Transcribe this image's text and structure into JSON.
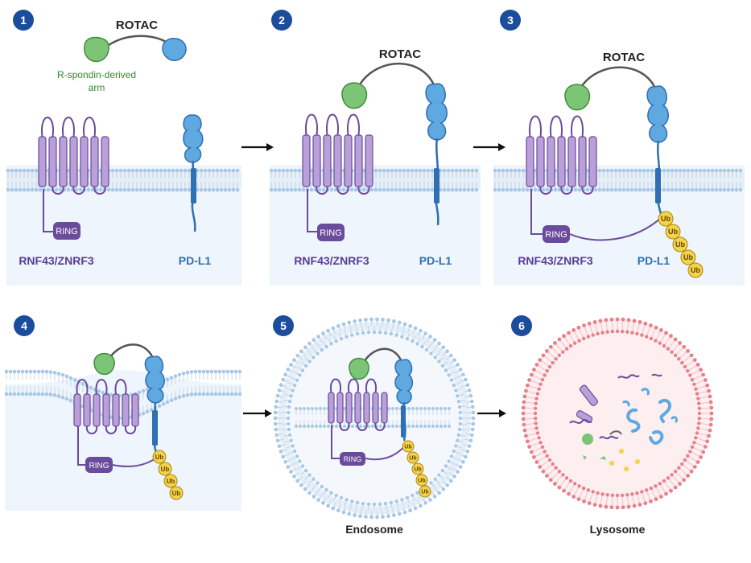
{
  "colors": {
    "step_badge": "#1c4c9c",
    "panel_bg": "#eef5fc",
    "membrane_head": "#a9c8e6",
    "purple": "#b9a0d8",
    "purple_dark": "#6a4b9c",
    "green": "#7cc576",
    "blue": "#5fa8e0",
    "blue_dark": "#2f6fb4",
    "ub_fill": "#f6d24a",
    "lysosome": "#e8808a",
    "text_purple": "#5b3a96",
    "text_blue": "#2f6fb4",
    "text_green": "#2f8a2f"
  },
  "steps": [
    "1",
    "2",
    "3",
    "4",
    "5",
    "6"
  ],
  "panel1": {
    "rotac": "ROTAC",
    "arm_line1": "R-spondin-derived",
    "arm_line2": "arm",
    "ring": "RING",
    "receptor": "RNF43/ZNRF3",
    "target": "PD-L1"
  },
  "panel2": {
    "rotac": "ROTAC",
    "ring": "RING",
    "receptor": "RNF43/ZNRF3",
    "target": "PD-L1"
  },
  "panel3": {
    "rotac": "ROTAC",
    "ring": "RING",
    "receptor": "RNF43/ZNRF3",
    "target": "PD-L1",
    "ub": [
      "Ub",
      "Ub",
      "Ub",
      "Ub",
      "Ub"
    ]
  },
  "panel4": {
    "ring": "RING",
    "ub": [
      "Ub",
      "Ub",
      "Ub",
      "Ub"
    ]
  },
  "panel5": {
    "ring": "RING",
    "ub": [
      "Ub",
      "Ub",
      "Ub",
      "Ub",
      "Ub"
    ],
    "caption": "Endosome"
  },
  "panel6": {
    "caption": "Lysosome"
  }
}
